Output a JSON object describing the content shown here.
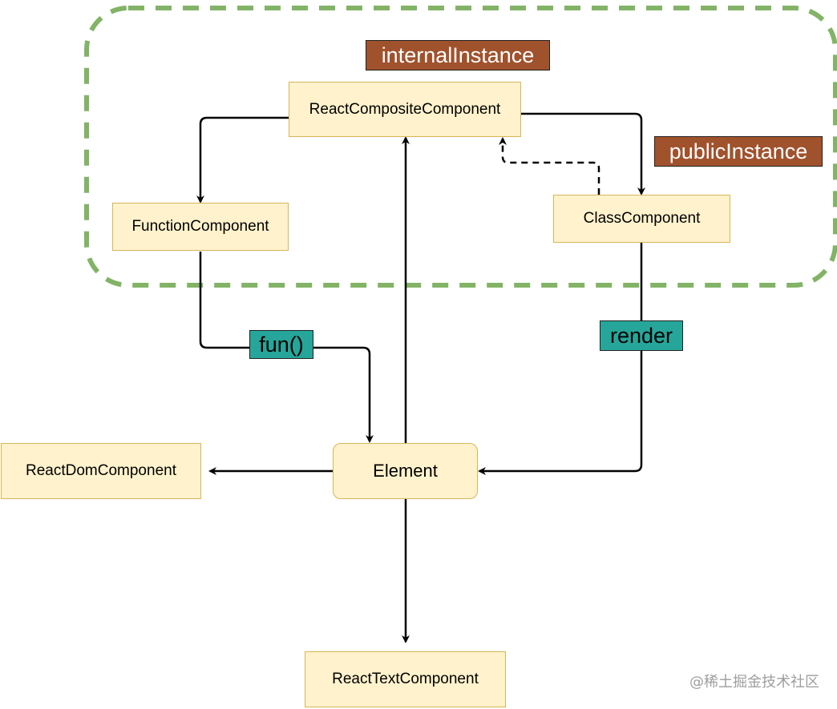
{
  "groups": {
    "instance_group_color": "#82b366"
  },
  "nodes": {
    "react_composite_component": "ReactCompositeComponent",
    "function_component": "FunctionComponent",
    "class_component": "ClassComponent",
    "element": "Element",
    "react_dom_component": "ReactDomComponent",
    "react_text_component": "ReactTextComponent"
  },
  "labels": {
    "internal_instance": "internalInstance",
    "public_instance": "publicInstance",
    "fun_call": "fun()",
    "render": "render"
  },
  "colors": {
    "node_fill": "#fff2cc",
    "node_border": "#d6b656",
    "brown_tag": "#a0522d",
    "teal_tag": "#26a69a"
  },
  "watermark": "@稀土掘金技术社区"
}
